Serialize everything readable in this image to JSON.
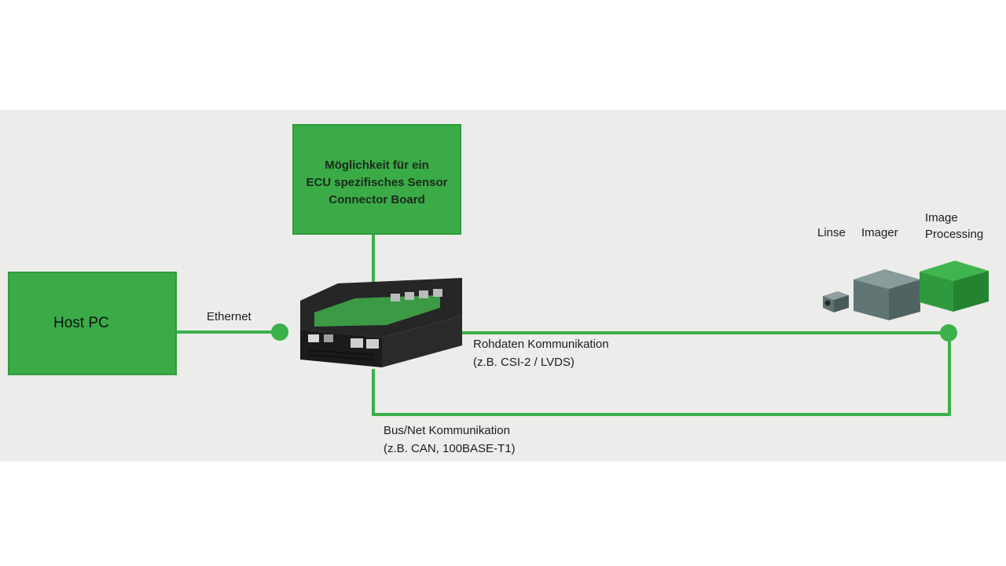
{
  "host": {
    "label": "Host PC"
  },
  "ecu_board": {
    "line1": "Möglichkeit für ein",
    "line2": "ECU spezifisches Sensor",
    "line3": "Connector Board"
  },
  "links": {
    "ethernet": "Ethernet",
    "raw_title": "Rohdaten Kommunikation",
    "raw_sub": "(z.B. CSI-2 / LVDS)",
    "bus_title": "Bus/Net Kommunikation",
    "bus_sub": "(z.B. CAN, 100BASE-T1)"
  },
  "camera": {
    "lens": "Linse",
    "imager": "Imager",
    "processing_1": "Image",
    "processing_2": "Processing"
  },
  "colors": {
    "accent": "#3aab47",
    "line": "#3bb14a",
    "background": "#ececea"
  },
  "icons": [
    "interface-device-icon",
    "lens-cube-icon",
    "imager-cube-icon",
    "processing-cube-icon"
  ]
}
